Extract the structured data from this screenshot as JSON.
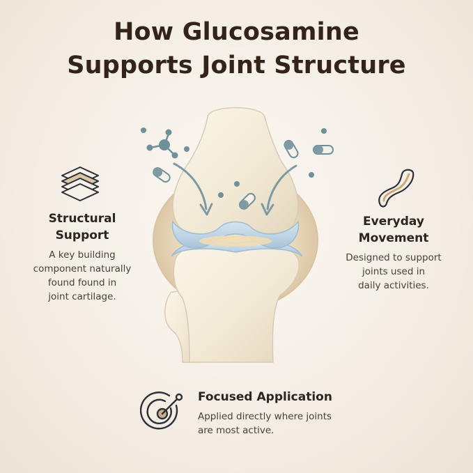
{
  "header": {
    "title_line1": "How Glucosamine",
    "title_line2": "Supports Joint Structure"
  },
  "features": {
    "structural": {
      "title_line1": "Structural",
      "title_line2": "Support",
      "desc_line1": "A key building",
      "desc_line2": "component naturally",
      "desc_line3": "found found in",
      "desc_line4": "joint cartilage.",
      "icon": "layers-icon"
    },
    "everyday": {
      "title_line1": "Everyday",
      "title_line2": "Movement",
      "desc_line1": "Designed to support",
      "desc_line2": "joints used in",
      "desc_line3": "daily activities.",
      "icon": "flex-band-icon"
    },
    "focused": {
      "title": "Focused Application",
      "desc_line1": "Applied directly where joints",
      "desc_line2": "are most active.",
      "icon": "target-icon"
    }
  },
  "colors": {
    "background": "#f4eee5",
    "title": "#33231b",
    "bone": "#f2ead7",
    "cartilage": "#bcd3e4",
    "molecule": "#6f9098"
  }
}
